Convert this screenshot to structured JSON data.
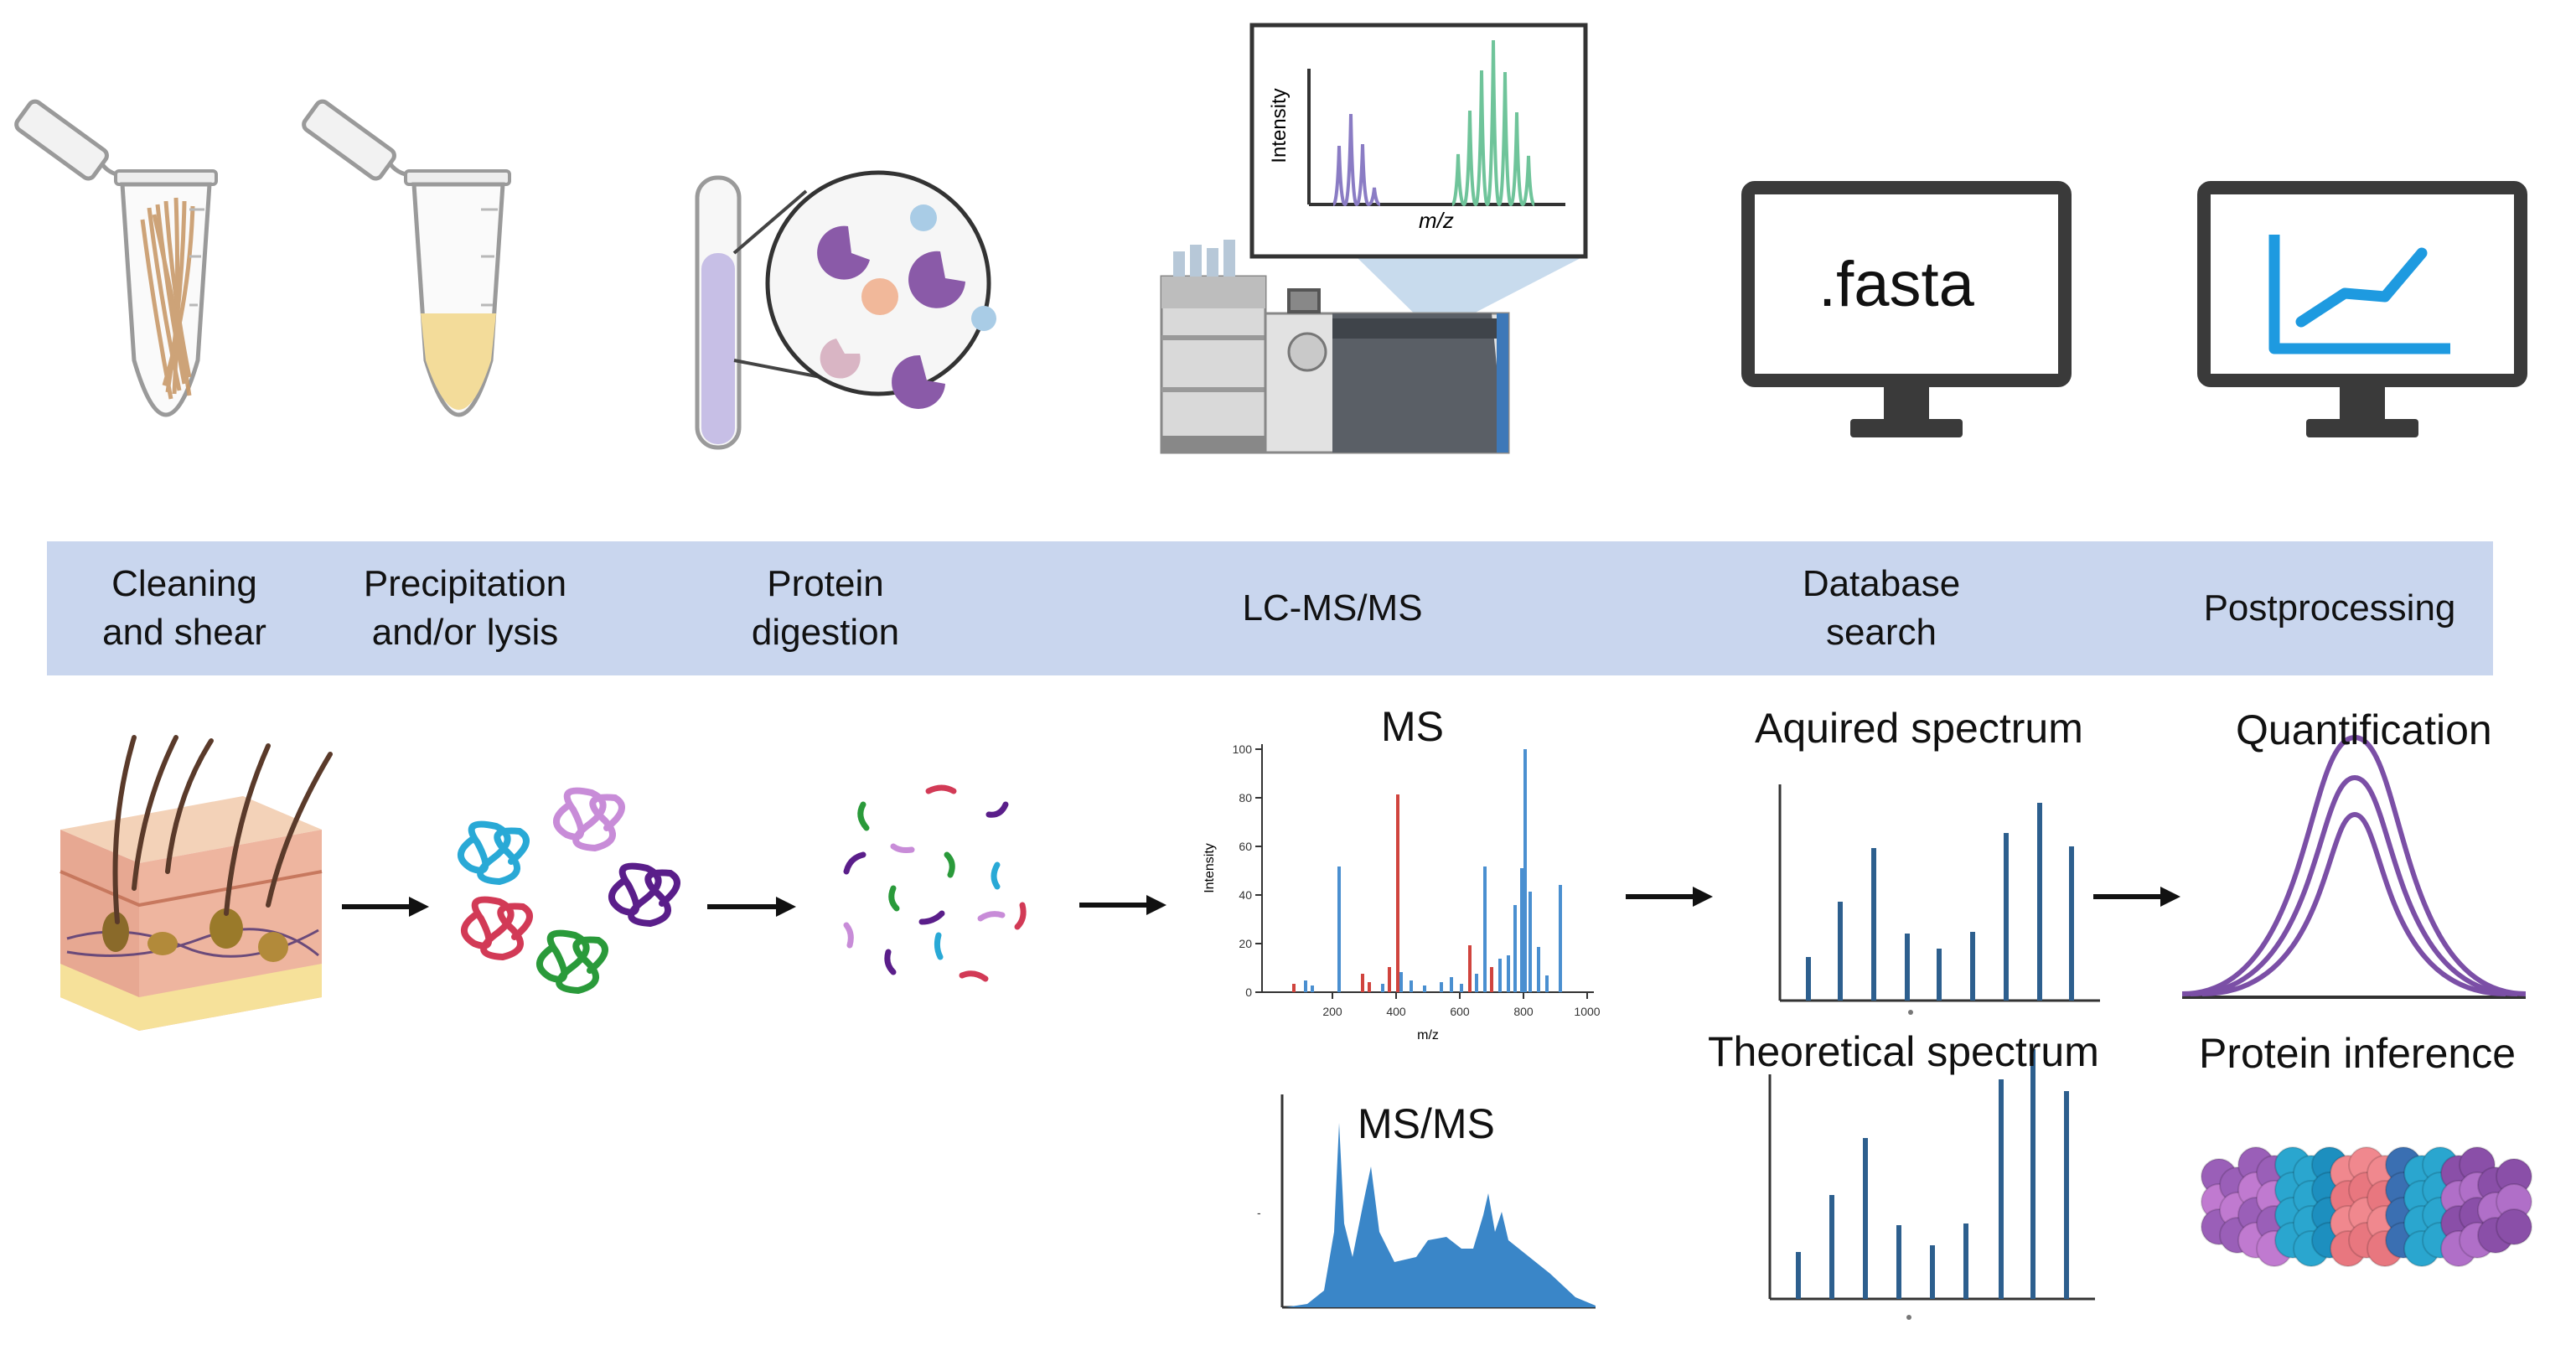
{
  "steps": [
    {
      "line1": "Cleaning",
      "line2": "and shear"
    },
    {
      "line1": "Precipitation",
      "line2": "and/or lysis"
    },
    {
      "line1": "Protein",
      "line2": "digestion"
    },
    {
      "line1": "LC-MS/MS",
      "line2": ""
    },
    {
      "line1": "Database",
      "line2": "search"
    },
    {
      "line1": "Postprocessing",
      "line2": ""
    }
  ],
  "top_spectrum": {
    "ylabel": "Intensity",
    "xlabel": "m/z"
  },
  "computer_screen_text": ".fasta",
  "panels": {
    "ms": "MS",
    "msms": "MS/MS",
    "acquired": "Aquired spectrum",
    "theoretical": "Theoretical spectrum",
    "quantification": "Quantification",
    "protein_inference": "Protein inference"
  },
  "ms_axis": {
    "ylabel": "Intensity",
    "xlabel": "m/z",
    "yticks": [
      "0",
      "20",
      "40",
      "60",
      "80",
      "100"
    ],
    "xticks": [
      "200",
      "400",
      "600",
      "800",
      "1000"
    ]
  },
  "colors": {
    "band": "#c9d6ee",
    "ms_blue": "#4a8fd0",
    "ms_red": "#d0443e",
    "spectrum_blue": "#2d5f8e",
    "quant_purple": "#7b4fa6",
    "screen_line_blue": "#1e9ae0"
  }
}
